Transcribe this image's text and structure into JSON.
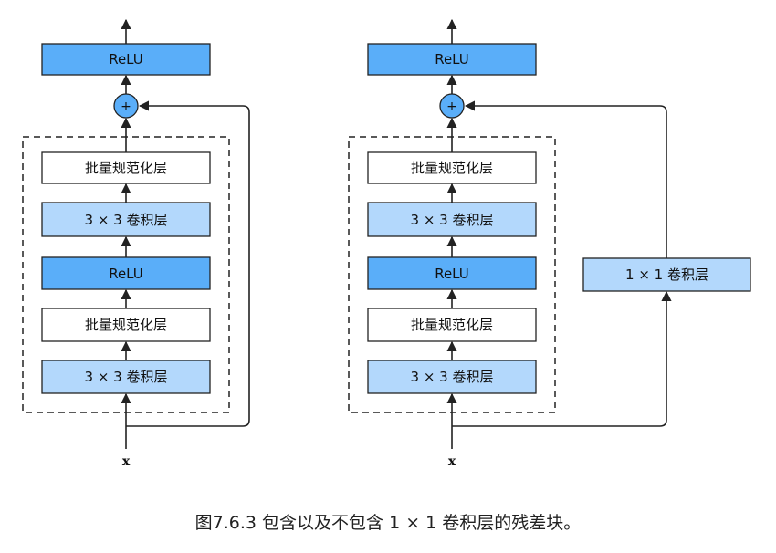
{
  "colors": {
    "relu_fill": "#5aaef9",
    "conv_fill": "#b3d8fc",
    "bn_fill": "#ffffff",
    "add_fill": "#5aaef9",
    "stroke": "#222222"
  },
  "left_block": {
    "relu_top": "ReLU",
    "add_symbol": "+",
    "layers": [
      "批量规范化层",
      "3 × 3 卷积层",
      "ReLU",
      "批量规范化层",
      "3 × 3 卷积层"
    ],
    "input_label": "x"
  },
  "right_block": {
    "relu_top": "ReLU",
    "add_symbol": "+",
    "layers": [
      "批量规范化层",
      "3 × 3 卷积层",
      "ReLU",
      "批量规范化层",
      "3 × 3 卷积层"
    ],
    "shortcut_label": "1 × 1 卷积层",
    "input_label": "x"
  },
  "caption": "图7.6.3 包含以及不包含 1 × 1 卷积层的残差块。"
}
